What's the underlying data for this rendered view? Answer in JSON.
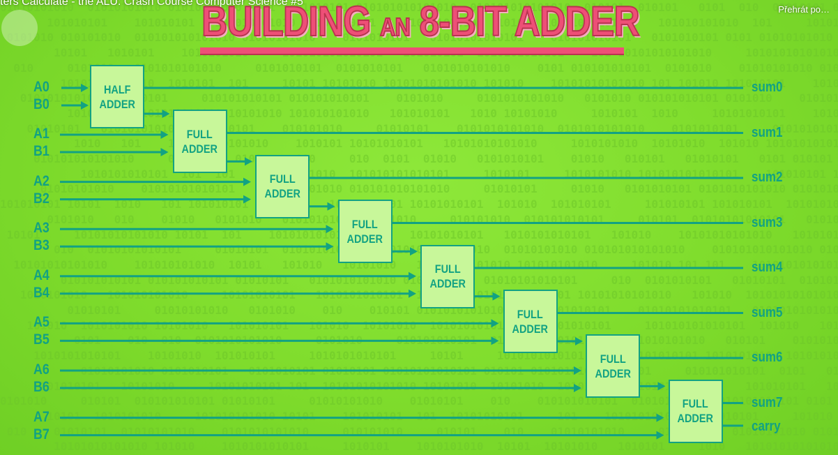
{
  "video": {
    "title": "ters Calculate - the ALU: Crash Course Computer Science #5",
    "play_later": "Přehrát po…"
  },
  "heading": {
    "part1": "BUILDING",
    "part2": "AN",
    "part3": "8-BIT ADDER"
  },
  "inputs": [
    {
      "a": "A0",
      "b": "B0"
    },
    {
      "a": "A1",
      "b": "B1"
    },
    {
      "a": "A2",
      "b": "B2"
    },
    {
      "a": "A3",
      "b": "B3"
    },
    {
      "a": "A4",
      "b": "B4"
    },
    {
      "a": "A5",
      "b": "B5"
    },
    {
      "a": "A6",
      "b": "B6"
    },
    {
      "a": "A7",
      "b": "B7"
    }
  ],
  "adders": [
    "HALF\nADDER",
    "FULL\nADDER",
    "FULL\nADDER",
    "FULL\nADDER",
    "FULL\nADDER",
    "FULL\nADDER",
    "FULL\nADDER",
    "FULL\nADDER"
  ],
  "outputs": [
    "sum0",
    "sum1",
    "sum2",
    "sum3",
    "sum4",
    "sum5",
    "sum6",
    "sum7",
    "carry"
  ],
  "colors": {
    "background": "#7fdc2c",
    "wire": "#12a283",
    "box_fill": "#c8f79a",
    "title_pink": "#ee4f77",
    "binary_text": "#6ec82a"
  },
  "icons": [
    "pbs-logo-icon"
  ]
}
